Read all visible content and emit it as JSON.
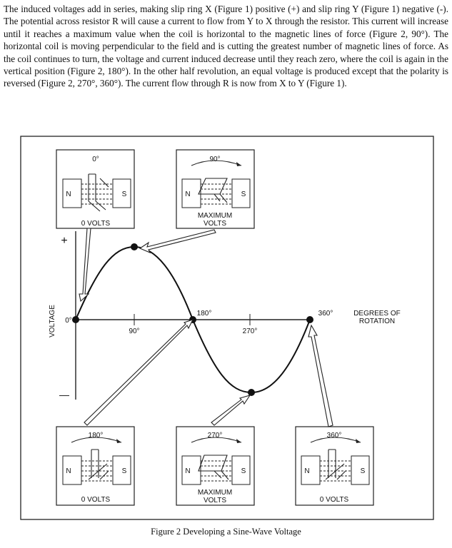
{
  "paragraph": "The induced voltages add in series, making slip ring X (Figure 1) positive (+) and slip ring Y (Figure 1) negative (-). The potential across resistor R will cause a current to flow from Y to X through the resistor. This current will increase until it reaches a maximum value when the coil is horizontal to the magnetic lines of force (Figure 2, 90°). The horizontal coil is moving perpendicular to the field and is cutting the greatest number of magnetic lines of force. As the coil continues to turn, the voltage and current induced decrease until they reach zero, where the coil is again in the vertical position (Figure 2, 180°). In the other half revolution, an equal voltage is produced except that the polarity is reversed (Figure 2, 270°, 360°). The current flow through R is now from X to Y (Figure 1).",
  "figure": {
    "caption": "Figure 2  Developing a Sine-Wave Voltage",
    "y_axis_label": "VOLTAGE",
    "plus_sign": "+",
    "minus_sign": "—",
    "origin_label": "0°",
    "tick_90": "90°",
    "tick_180": "180°",
    "tick_270": "270°",
    "tick_360": "360°",
    "x_axis_label_line1": "DEGREES OF",
    "x_axis_label_line2": "ROTATION",
    "pole_n": "N",
    "pole_s": "S",
    "panels": [
      {
        "angle": "0°",
        "caption1": "0  VOLTS",
        "caption2": ""
      },
      {
        "angle": "90°",
        "caption1": "MAXIMUM",
        "caption2": "VOLTS"
      },
      {
        "angle": "180°",
        "caption1": "0  VOLTS",
        "caption2": ""
      },
      {
        "angle": "270°",
        "caption1": "MAXIMUM",
        "caption2": "VOLTS"
      },
      {
        "angle": "360°",
        "caption1": "0  VOLTS",
        "caption2": ""
      }
    ]
  }
}
